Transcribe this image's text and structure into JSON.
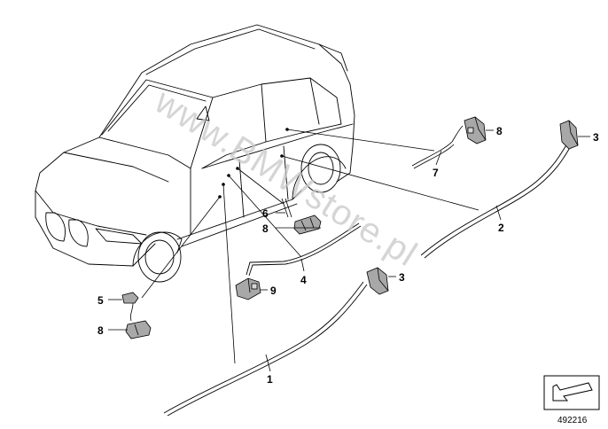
{
  "callouts": {
    "c1": "1",
    "c2": "2",
    "c3a": "3",
    "c3b": "3",
    "c4": "4",
    "c5": "5",
    "c6": "6",
    "c7": "7",
    "c8a": "8",
    "c8b": "8",
    "c8c": "8",
    "c9": "9"
  },
  "watermark": "www.BMWstore.pl",
  "diagram_number": "492216",
  "icons": {
    "car": "suv-outline-icon",
    "view": "view-direction-arrow-icon"
  },
  "colors": {
    "line": "#000000",
    "part_fill": "#a8a8a8",
    "watermark": "#c8c8c8"
  }
}
